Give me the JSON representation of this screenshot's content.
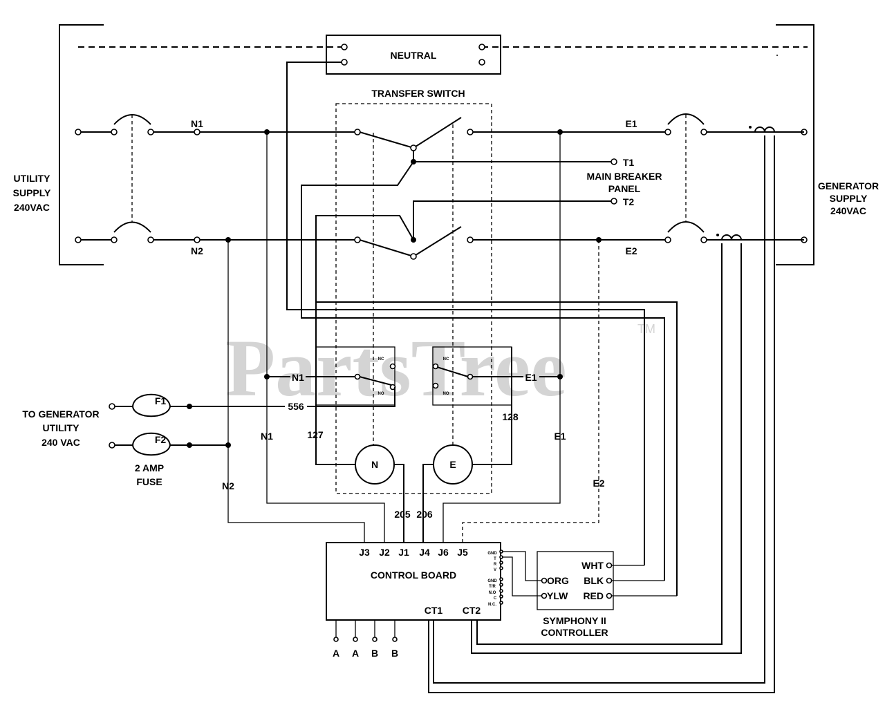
{
  "watermark": {
    "text": "PartsTree",
    "tm": "TM"
  },
  "labels": {
    "neutral": "NEUTRAL",
    "transfer_switch": "TRANSFER SWITCH",
    "utility_supply": [
      "UTILITY",
      "SUPPLY",
      "240VAC"
    ],
    "generator_supply": [
      "GENERATOR",
      "SUPPLY",
      "240VAC"
    ],
    "main_breaker_panel": [
      "MAIN BREAKER",
      "PANEL"
    ],
    "to_generator_utility": [
      "TO GENERATOR",
      "UTILITY",
      "240 VAC"
    ],
    "fuse": [
      "2 AMP",
      "FUSE"
    ],
    "control_board": "CONTROL BOARD",
    "symphony": [
      "SYMPHONY II",
      "CONTROLLER"
    ]
  },
  "nodes": {
    "n1": "N1",
    "n2": "N2",
    "e1": "E1",
    "e2": "E2",
    "t1": "T1",
    "t2": "T2",
    "f1": "F1",
    "f2": "F2",
    "w556": "556",
    "w127": "127",
    "w128": "128",
    "w205": "205",
    "w206": "206",
    "motor_n": "N",
    "motor_e": "E",
    "nc": "NC",
    "no": "NO"
  },
  "control_board": {
    "jacks": [
      "J3",
      "J2",
      "J1",
      "J4",
      "J6",
      "J5"
    ],
    "ct": [
      "CT1",
      "CT2"
    ],
    "side_pins": [
      "GND",
      "T",
      "R",
      "V",
      "GND",
      "T/R",
      "N.O",
      "C",
      "N.C."
    ],
    "bottom_terms": [
      "A",
      "A",
      "B",
      "B"
    ]
  },
  "symphony": {
    "left": [
      "ORG",
      "YLW"
    ],
    "right": [
      "WHT",
      "BLK",
      "RED"
    ]
  }
}
